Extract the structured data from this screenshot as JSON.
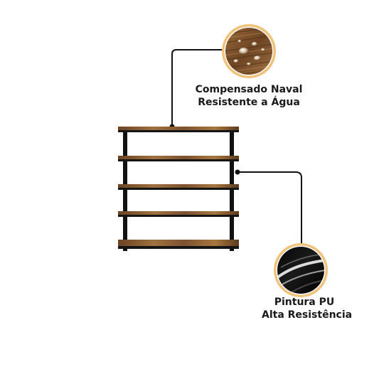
{
  "colors": {
    "frame": "#111111",
    "wood_dark": "#5a3a1e",
    "wood_light": "#9b6a3c",
    "ring": "#f0c27a",
    "connector": "#111111"
  },
  "features": [
    {
      "icon": "water-droplets-on-wood-icon",
      "line1": "Compensado Naval",
      "line2": "Resistente a Água"
    },
    {
      "icon": "glossy-black-paint-icon",
      "line1": "Pintura PU",
      "line2": "Alta Resistência"
    }
  ]
}
